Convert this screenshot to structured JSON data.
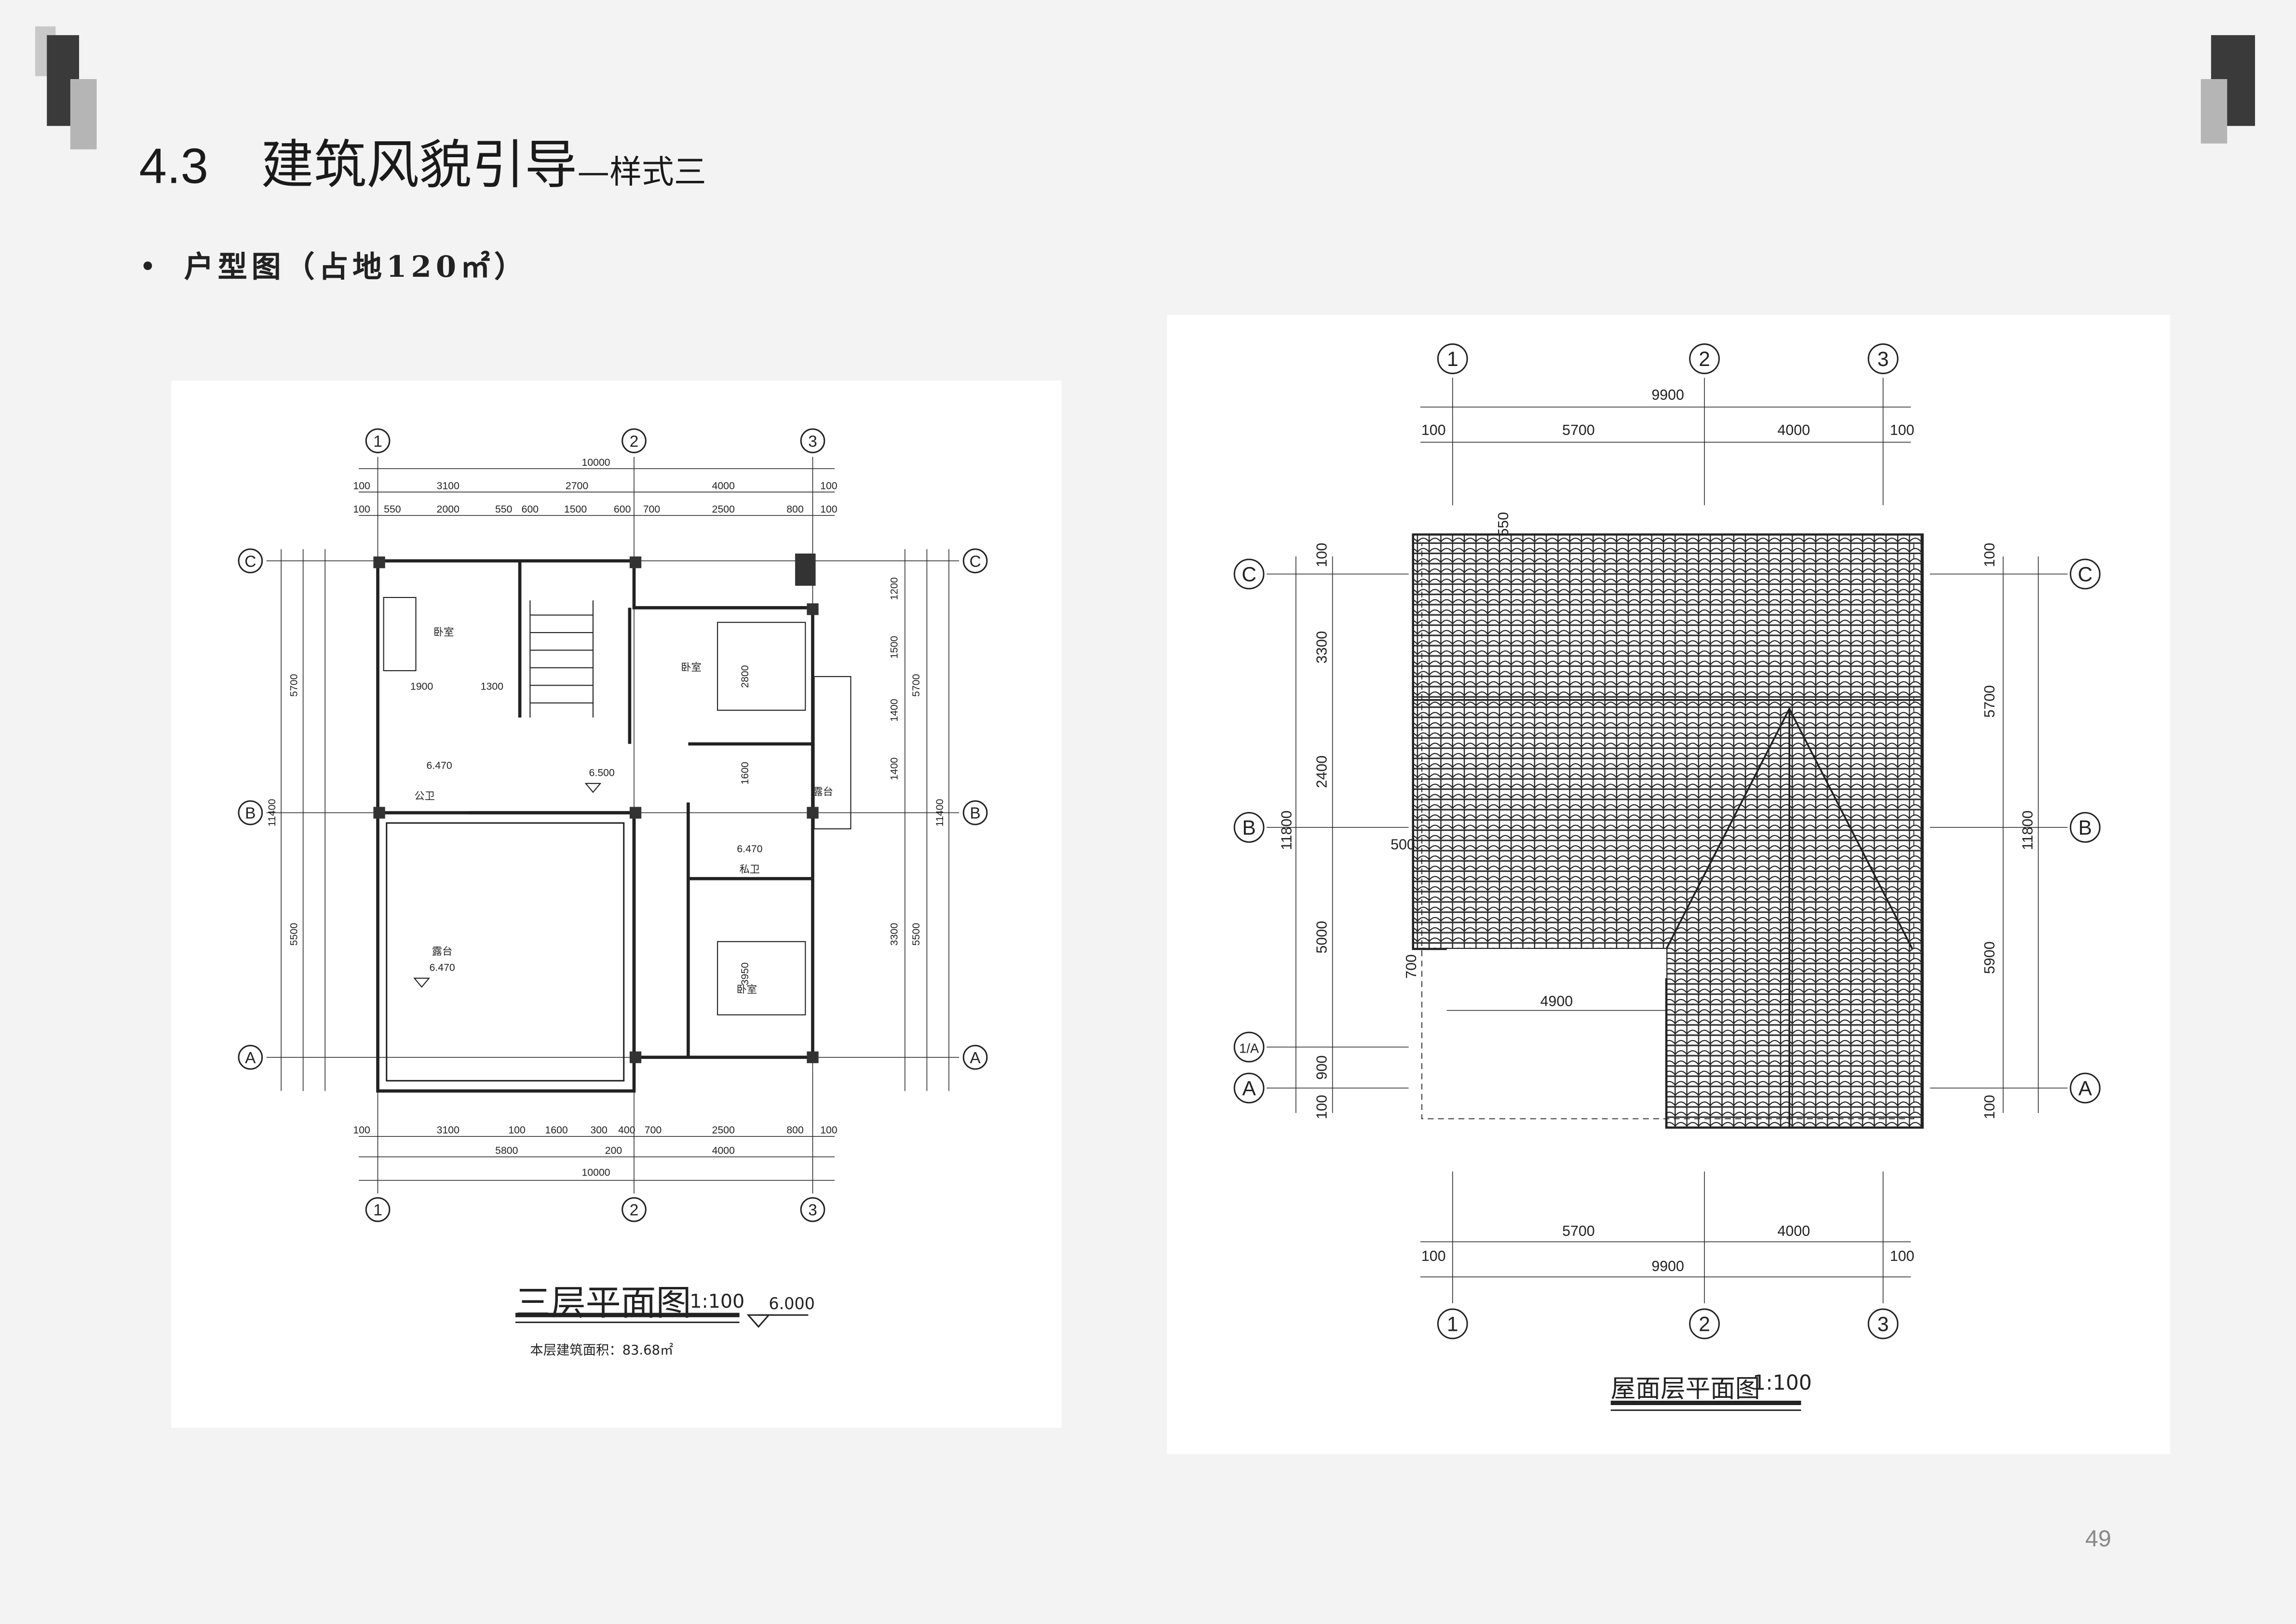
{
  "header": {
    "section_number": "4.3",
    "title": "建筑风貌引导",
    "subtitle": "—样式三"
  },
  "bullet": {
    "symbol": "•",
    "text": "户型图（占地120㎡）"
  },
  "left_plan": {
    "title": "三层平面图",
    "scale": "1:100",
    "elevation": "6.000",
    "area_note": "本层建筑面积：83.68㎡",
    "axes_x": [
      "1",
      "2",
      "3"
    ],
    "axes_y": [
      "C",
      "B",
      "A"
    ],
    "dims_top_total": "10000",
    "dims_top_row1": [
      "100",
      "3100",
      "2700",
      "4000",
      "100"
    ],
    "dims_top_row2": [
      "100",
      "550",
      "2000",
      "550",
      "600",
      "1500",
      "600",
      "700",
      "2500",
      "800",
      "100"
    ],
    "dims_bottom_row1": [
      "100",
      "3100",
      "100",
      "1600",
      "300",
      "400",
      "700",
      "2500",
      "800",
      "100"
    ],
    "dims_bottom_row2": [
      "5800",
      "200",
      "4000"
    ],
    "dims_bottom_total": "10000",
    "dims_left": [
      "5700",
      "5500",
      "11400"
    ],
    "dims_right": [
      "1200",
      "1500",
      "1400",
      "1400",
      "3300",
      "5700",
      "5500",
      "11400"
    ],
    "rooms": [
      "卧室",
      "卧室",
      "卧室",
      "露台",
      "露台",
      "公卫",
      "私卫",
      "6.500",
      "6.470",
      "6.470",
      "6.470",
      "1900",
      "1300",
      "2800",
      "1600",
      "3950"
    ]
  },
  "right_plan": {
    "title": "屋面层平面图",
    "scale": "1:100",
    "axes_x": [
      "1",
      "2",
      "3"
    ],
    "axes_y": [
      "C",
      "B",
      "1/A",
      "A"
    ],
    "dims_top_total": "9900",
    "dims_top_row": [
      "100",
      "5700",
      "4000",
      "100"
    ],
    "dims_bottom_row": [
      "100",
      "5700",
      "4000",
      "100"
    ],
    "dims_bottom_total": "9900",
    "dims_left": [
      "100",
      "3300",
      "2400",
      "5000",
      "900",
      "100",
      "11800"
    ],
    "dims_right": [
      "100",
      "5700",
      "5900",
      "100",
      "11800"
    ],
    "inner_dims": [
      "4900",
      "700",
      "500",
      "550"
    ]
  },
  "page_number": "49",
  "colors": {
    "background": "#f3f3f3",
    "panel": "#ffffff",
    "deco_dark": "#3a3a3a",
    "deco_light": "#b5b5b5"
  }
}
